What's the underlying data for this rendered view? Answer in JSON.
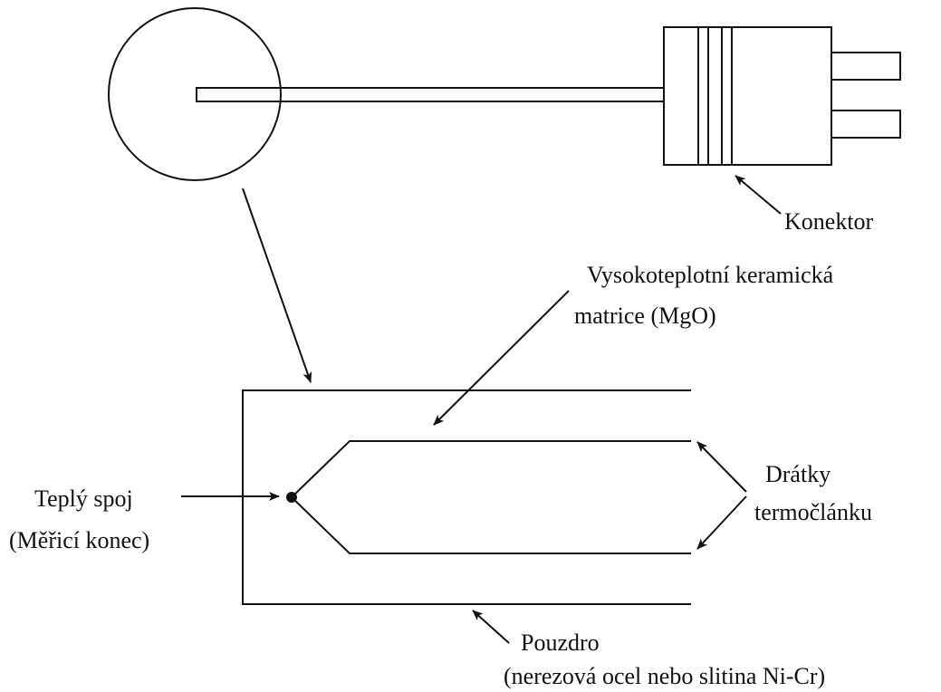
{
  "labels": {
    "connector": "Konektor",
    "ceramic_line1": "Vysokoteplotní keramická",
    "ceramic_line2": "matrice (MgO)",
    "hot_junction_line1": "Teplý spoj",
    "hot_junction_line2": "(Měřicí konec)",
    "wires_line1": "Drátky",
    "wires_line2": "termočlánku",
    "sheath_line1": "Pouzdro",
    "sheath_line2": "(nerezová ocel nebo slitina Ni-Cr)"
  },
  "colors": {
    "line": "#111111",
    "background": "#ffffff"
  }
}
